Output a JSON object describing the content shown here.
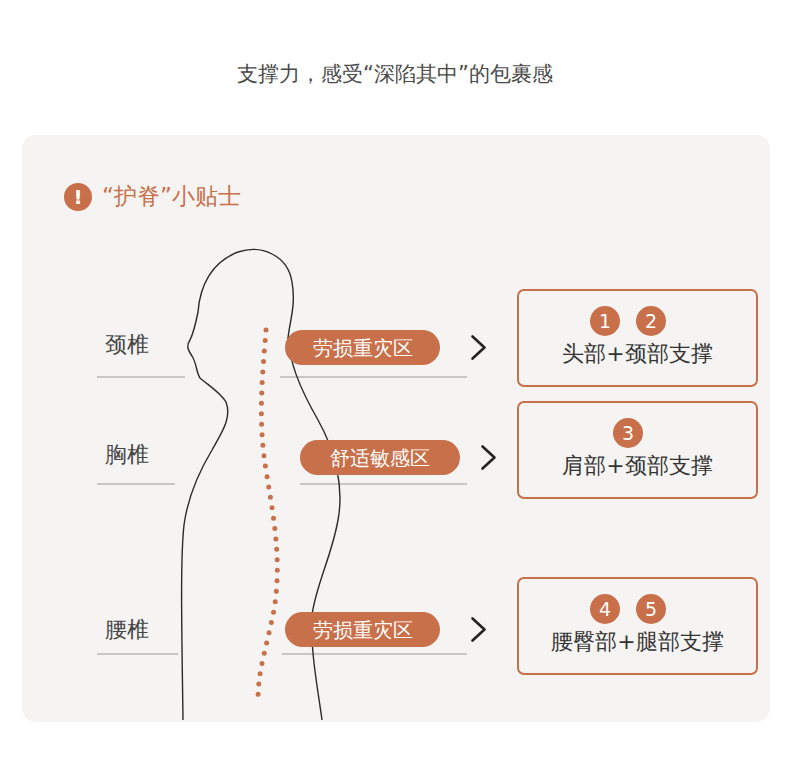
{
  "diagram": {
    "title": "支撑力，感受“深陷其中”的包裹感",
    "nodes": [
      {
        "text": [
          "劳损重灾区"
        ]
      },
      {
        "text": [
          "头部+颈部支撑"
        ]
      },
      {
        "text": [
          "1"
        ],
        "in": 1
      },
      {
        "text": [
          "2"
        ],
        "in": 1
      },
      {
        "text": [
          "舒适敏感区"
        ]
      },
      {
        "text": [
          "肩部+颈部支撑"
        ]
      },
      {
        "text": [
          "3"
        ],
        "in": 5
      },
      {
        "text": [
          "劳损重灾区"
        ]
      },
      {
        "text": [
          "腰臀部+腿部支撑"
        ]
      },
      {
        "text": [
          "4"
        ],
        "in": 8
      },
      {
        "text": [
          "5"
        ],
        "in": 8
      }
    ],
    "edges": [
      {
        "from": 0,
        "to": 1,
        "arrow": "to"
      },
      {
        "from": 4,
        "to": 5,
        "arrow": "to"
      },
      {
        "from": 7,
        "to": 8,
        "arrow": "to"
      }
    ],
    "labels": [
      "!",
      "“护脊”小贴士",
      "颈椎",
      "胸椎",
      "腰椎"
    ]
  }
}
